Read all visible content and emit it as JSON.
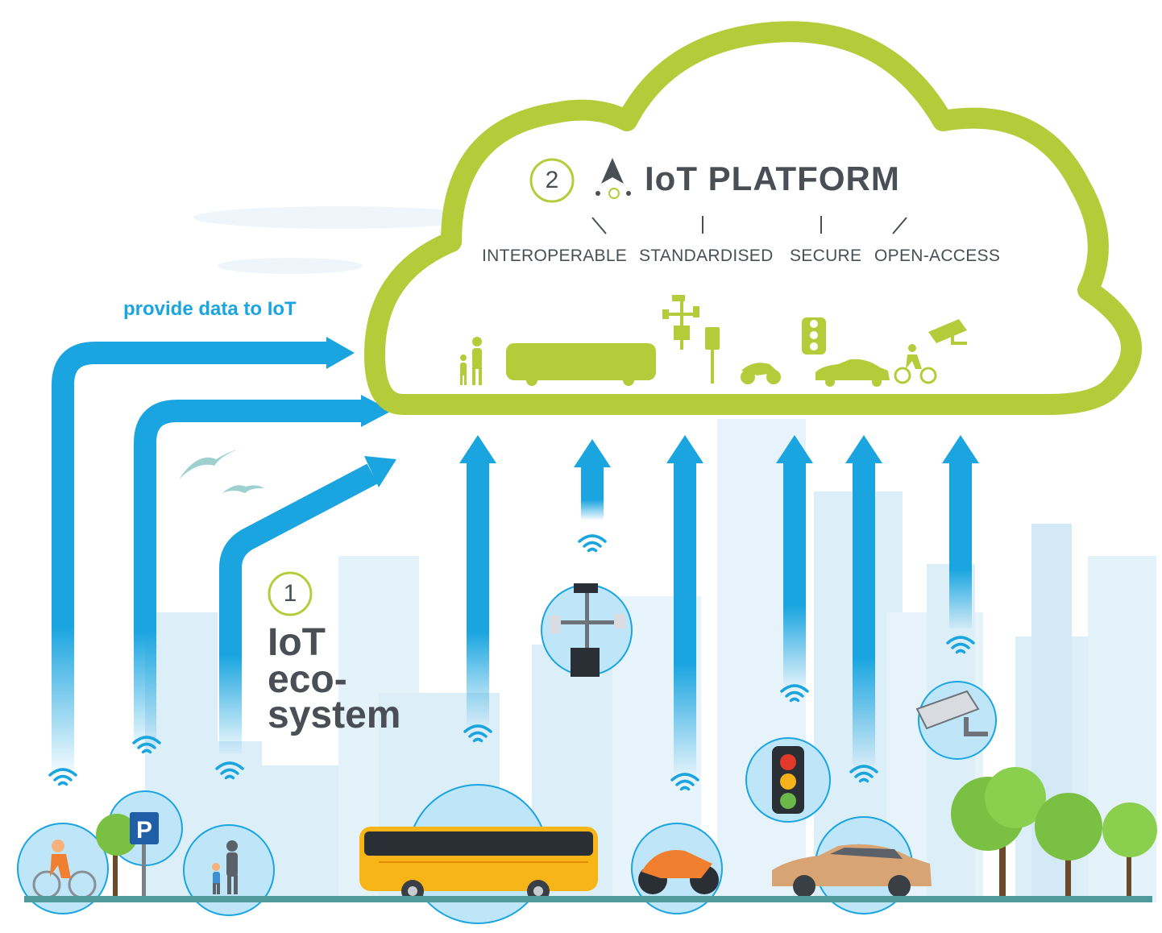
{
  "platform": {
    "number": "2",
    "title": "IoT PLATFORM",
    "properties": [
      "INTEROPERABLE",
      "STANDARDISED",
      "SECURE",
      "OPEN-ACCESS"
    ]
  },
  "arrows": {
    "label": "provide data to IoT"
  },
  "ecosystem": {
    "number": "1",
    "title_lines": [
      "IoT",
      "eco-",
      "system"
    ]
  },
  "colors": {
    "cloud": "#b5cc3a",
    "arrow": "#1aa5e0",
    "text": "#4a4f55",
    "buildings": "#dceef8",
    "bubble": "#bfe6f8"
  },
  "icons": {
    "platform_logo": "platform-logo-icon",
    "cloud_silhouettes": [
      "pedestrian-icon",
      "bus-icon",
      "weather-station-icon",
      "parking-sign-icon",
      "motorcycle-icon",
      "traffic-light-icon",
      "car-icon",
      "cyclist-icon",
      "camera-icon"
    ],
    "ground_devices": [
      "cyclist-icon",
      "parking-sign-icon",
      "pedestrian-icon",
      "bus-icon",
      "weather-station-icon",
      "motorcycle-icon",
      "traffic-light-icon",
      "car-icon",
      "camera-icon"
    ]
  }
}
